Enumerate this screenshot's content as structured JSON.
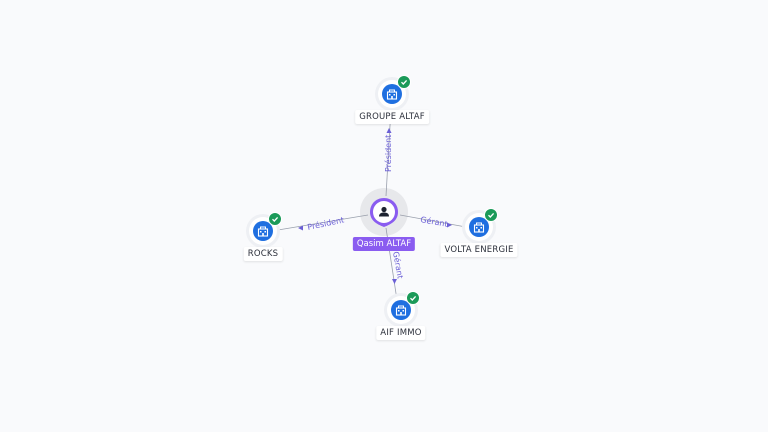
{
  "colors": {
    "person_accent": "#8a5cf0",
    "company_blue": "#1f6fe0",
    "verified_green": "#1b9a59",
    "edge": "#9aa0ad",
    "edge_label": "#6b5fd6"
  },
  "person": {
    "name": "Qasim ALTAF",
    "icon": "person-icon"
  },
  "companies": [
    {
      "id": "groupe-altaf",
      "name": "GROUPE ALTAF",
      "icon": "building-icon",
      "verified": true
    },
    {
      "id": "rocks",
      "name": "ROCKS",
      "icon": "building-icon",
      "verified": true
    },
    {
      "id": "volta-energie",
      "name": "VOLTA ENERGIE",
      "icon": "building-icon",
      "verified": true
    },
    {
      "id": "aif-immo",
      "name": "AIF IMMO",
      "icon": "building-icon",
      "verified": true
    }
  ],
  "relations": [
    {
      "to": "groupe-altaf",
      "role": "Président"
    },
    {
      "to": "rocks",
      "role": "Président"
    },
    {
      "to": "volta-energie",
      "role": "Gérant"
    },
    {
      "to": "aif-immo",
      "role": "Gérant"
    }
  ]
}
